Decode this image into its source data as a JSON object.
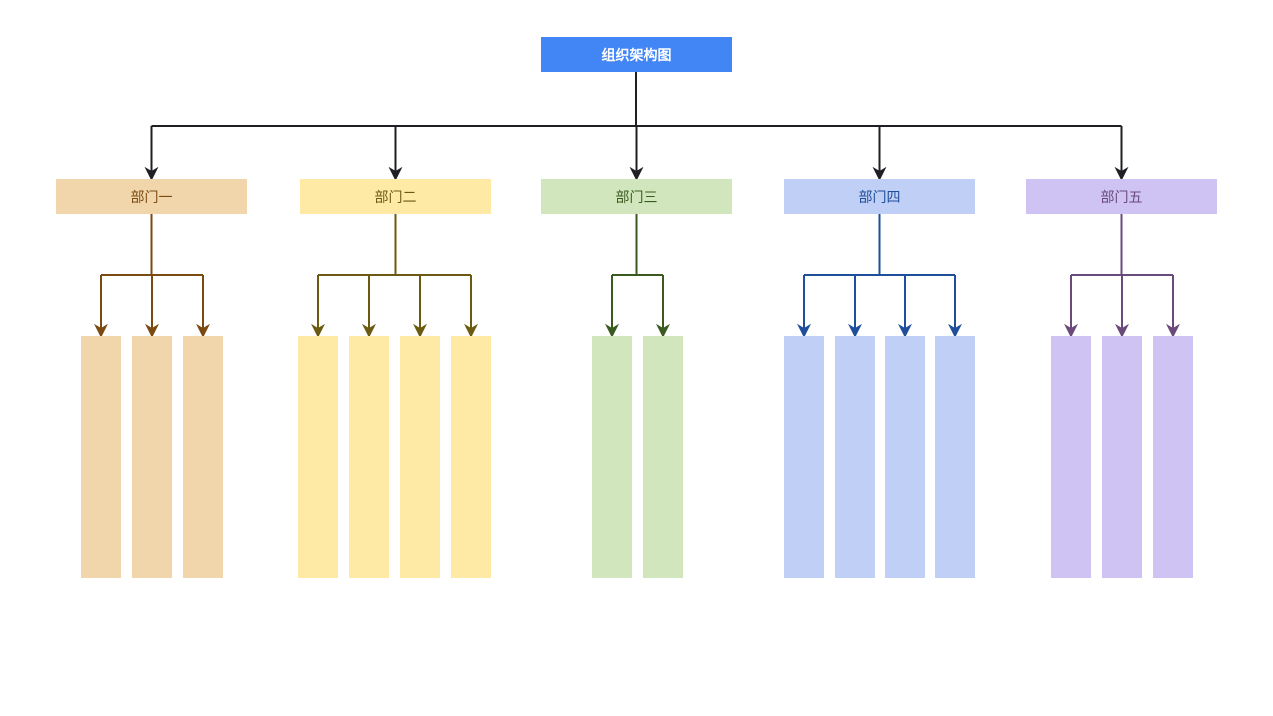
{
  "root": {
    "label": "组织架构图",
    "fill": "#4286f5",
    "text_color": "#ffffff"
  },
  "connector_color": "#1f1f24",
  "departments": [
    {
      "label": "部门一",
      "fill": "#f1d6ab",
      "text": "#7b4a10",
      "line": "#7b4a10",
      "sub_count": 3
    },
    {
      "label": "部门二",
      "fill": "#feeaa4",
      "text": "#6b5a10",
      "line": "#6b5a10",
      "sub_count": 4
    },
    {
      "label": "部门三",
      "fill": "#d1e6bd",
      "text": "#3a5a20",
      "line": "#3a5a20",
      "sub_count": 2
    },
    {
      "label": "部门四",
      "fill": "#bfcff5",
      "text": "#1f4e9a",
      "line": "#1f4e9a",
      "sub_count": 4
    },
    {
      "label": "部门五",
      "fill": "#cec3f2",
      "text": "#6a4a7a",
      "line": "#6a4a7a",
      "sub_count": 3
    }
  ]
}
